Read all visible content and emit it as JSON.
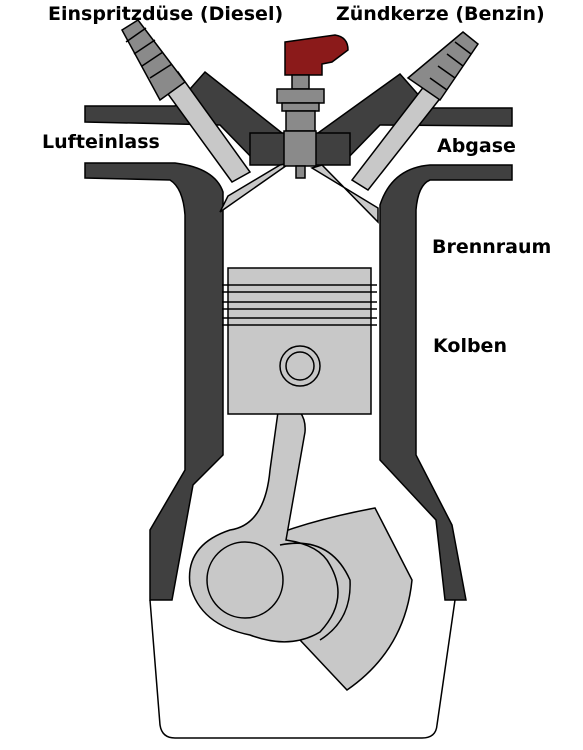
{
  "labels": {
    "injector": "Einspritzdüse (Diesel)",
    "spark_plug": "Zündkerze (Benzin)",
    "intake": "Lufteinlass",
    "exhaust": "Abgase",
    "combustion_chamber": "Brennraum",
    "piston": "Kolben"
  },
  "colors": {
    "background": "#ffffff",
    "dark_metal": "#404040",
    "light_metal": "#c8c8c8",
    "mid_metal": "#8a8a8a",
    "spark_plug_cap": "#8b1a1a",
    "outline": "#000000"
  }
}
